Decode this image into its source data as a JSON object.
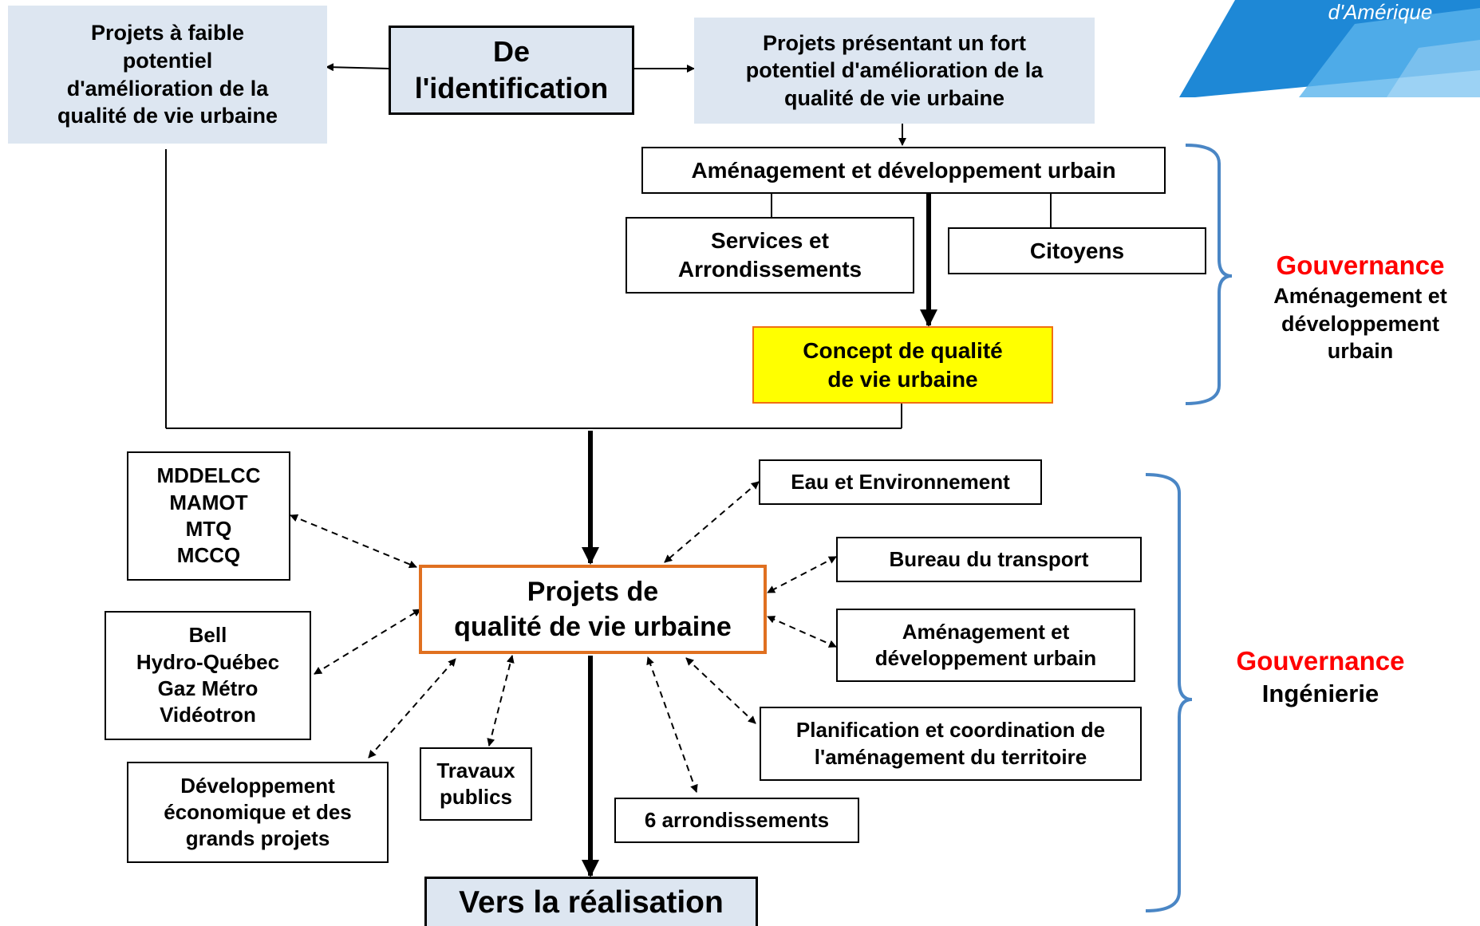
{
  "logo": {
    "text": "d'Amérique",
    "colors": [
      "#1e88d6",
      "#5ab4ec",
      "#9fd6f7"
    ]
  },
  "colors": {
    "light_box": "#dde6f1",
    "concept_fill": "#ffff00",
    "concept_border": "#f07010",
    "projects_border": "#e07020",
    "bracket": "#4a86c5",
    "governance": "#ff0000"
  },
  "boxes": {
    "low_potential": [
      "Projets à faible",
      "potentiel",
      "d'amélioration de la",
      "qualité de vie urbaine"
    ],
    "identification": [
      "De",
      "l'identification"
    ],
    "high_potential": [
      "Projets présentant un fort",
      "potentiel d'amélioration de la",
      "qualité de vie urbaine"
    ],
    "amenagement_top": "Aménagement et développement urbain",
    "services": [
      "Services et",
      "Arrondissements"
    ],
    "citoyens": "Citoyens",
    "concept": [
      "Concept de qualité",
      "de vie urbaine"
    ],
    "ministries": [
      "MDDELCC",
      "MAMOT",
      "MTQ",
      "MCCQ"
    ],
    "eau": "Eau et Environnement",
    "projects": [
      "Projets de",
      "qualité de vie urbaine"
    ],
    "bureau": "Bureau du transport",
    "utilities": [
      "Bell",
      "Hydro-Québec",
      "Gaz Métro",
      "Vidéotron"
    ],
    "amenagement_right": [
      "Aménagement et",
      "développement urbain"
    ],
    "planification": [
      "Planification et coordination de",
      "l'aménagement du territoire"
    ],
    "travaux": [
      "Travaux",
      "publics"
    ],
    "developpement": [
      "Développement",
      "économique et des",
      "grands projets"
    ],
    "arrondissements6": "6 arrondissements",
    "realisation": "Vers la réalisation"
  },
  "governance_top": {
    "title": "Gouvernance",
    "lines": [
      "Aménagement et",
      "développement",
      "urbain"
    ]
  },
  "governance_bottom": {
    "title": "Gouvernance",
    "lines": [
      "Ingénierie"
    ]
  }
}
